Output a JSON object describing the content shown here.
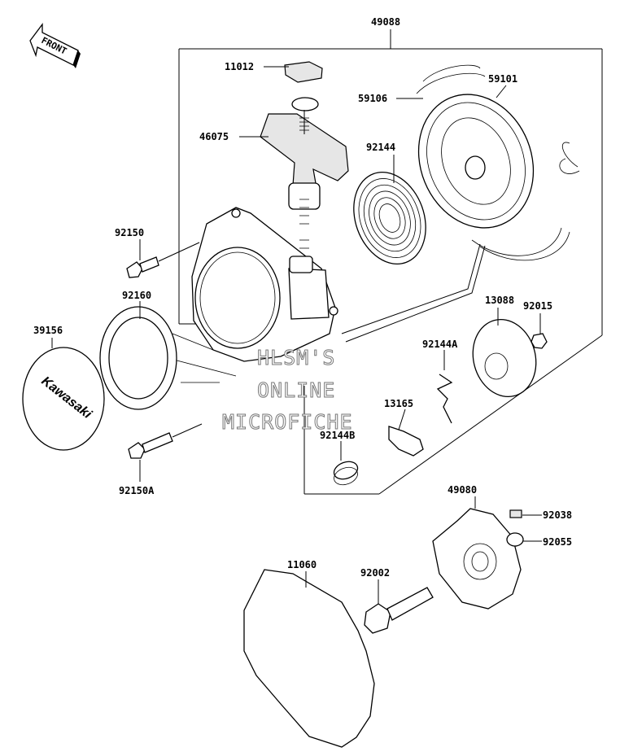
{
  "front_marker": {
    "label": "FRONT",
    "icon": "front-arrow-icon"
  },
  "watermark": {
    "lines": [
      "HLSM'S",
      "ONLINE",
      "MICROFICHE"
    ]
  },
  "logo": {
    "text": "Kawasaki"
  },
  "parts": {
    "p49088": "49088",
    "p11012": "11012",
    "p59101": "59101",
    "p59106": "59106",
    "p46075": "46075",
    "p92144": "92144",
    "p92150": "92150",
    "p92160": "92160",
    "p39156": "39156",
    "p13088": "13088",
    "p92015": "92015",
    "p92144A": "92144A",
    "p13165": "13165",
    "p92144B": "92144B",
    "p92150A": "92150A",
    "p49080": "49080",
    "p92038": "92038",
    "p92055": "92055",
    "p11060": "11060",
    "p92002": "92002"
  }
}
